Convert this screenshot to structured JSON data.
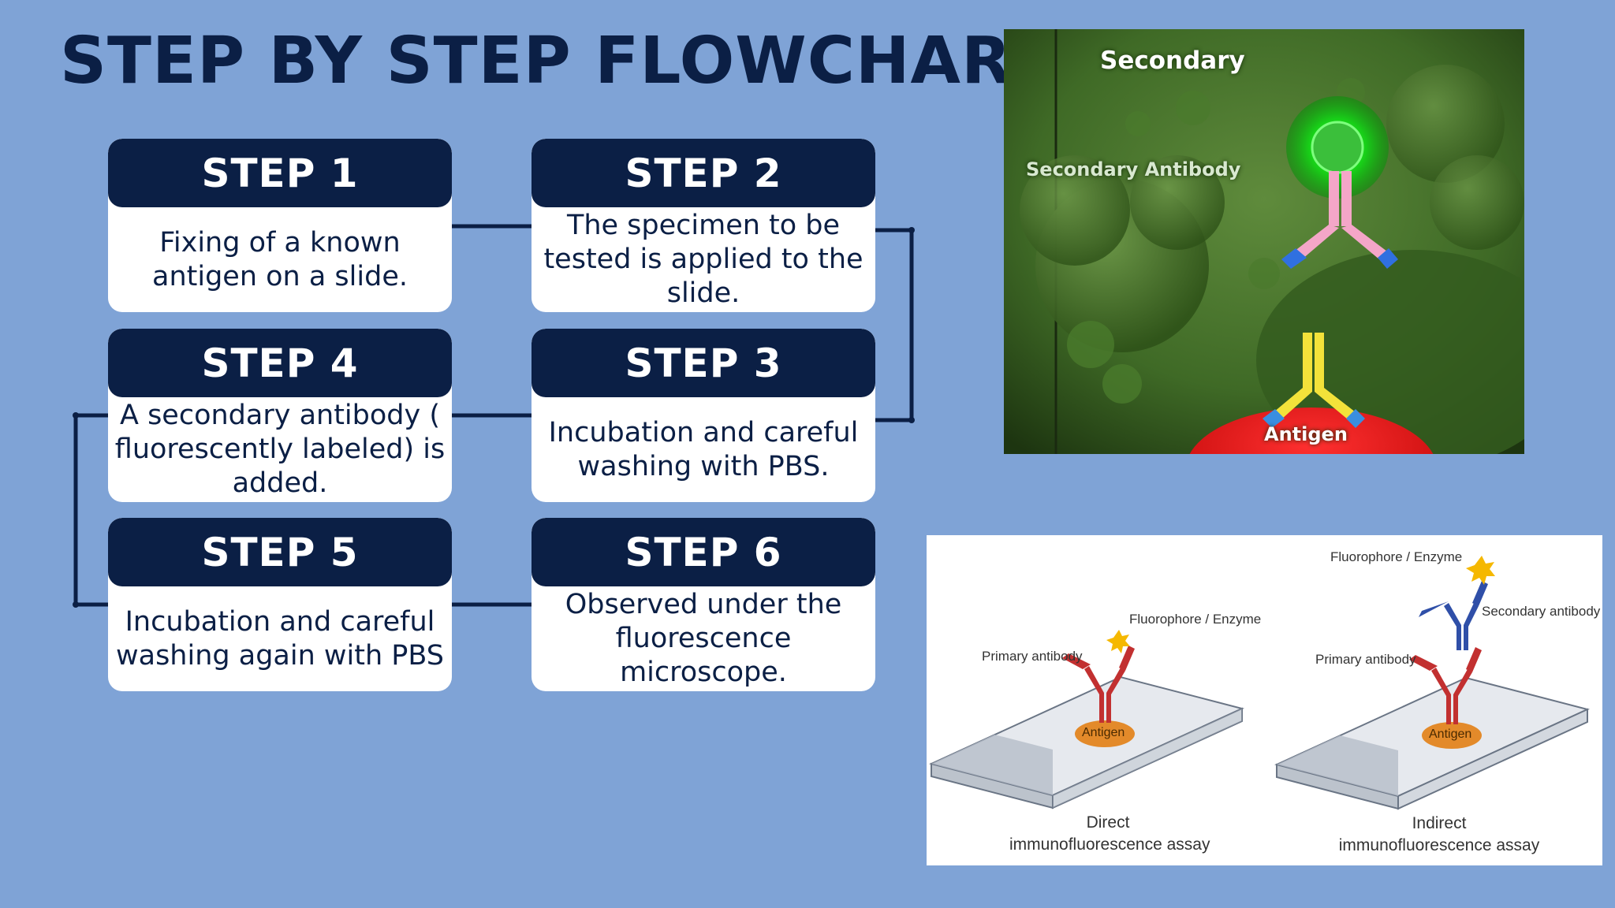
{
  "title": "STEP BY STEP FLOWCHART",
  "steps": [
    {
      "label": "STEP 1",
      "text": "Fixing of a known antigen on a slide."
    },
    {
      "label": "STEP 2",
      "text": "The specimen to be tested is applied to the slide."
    },
    {
      "label": "STEP 3",
      "text": "Incubation and careful washing with PBS."
    },
    {
      "label": "STEP 4",
      "text": "A secondary antibody ( fluorescently labeled) is added."
    },
    {
      "label": "STEP 5",
      "text": "Incubation and careful washing again with PBS"
    },
    {
      "label": "STEP 6",
      "text": "Observed under the fluorescence microscope."
    }
  ],
  "photo": {
    "label_secondary": "Secondary",
    "label_secondary_antibody": "Secondary Antibody",
    "label_antigen": "Antigen"
  },
  "assay": {
    "direct": {
      "primary_antibody": "Primary antibody",
      "fluorophore": "Fluorophore / Enzyme",
      "antigen": "Antigen",
      "caption_line1": "Direct",
      "caption_line2": "immunofluorescence assay"
    },
    "indirect": {
      "fluorophore": "Fluorophore / Enzyme",
      "secondary_antibody": "Secondary antibody",
      "primary_antibody": "Primary antibody",
      "antigen": "Antigen",
      "caption_line1": "Indirect",
      "caption_line2": "immunofluorescence assay"
    }
  },
  "colors": {
    "background": "#7fa3d6",
    "navy": "#0b1f45",
    "card": "#ffffff"
  }
}
